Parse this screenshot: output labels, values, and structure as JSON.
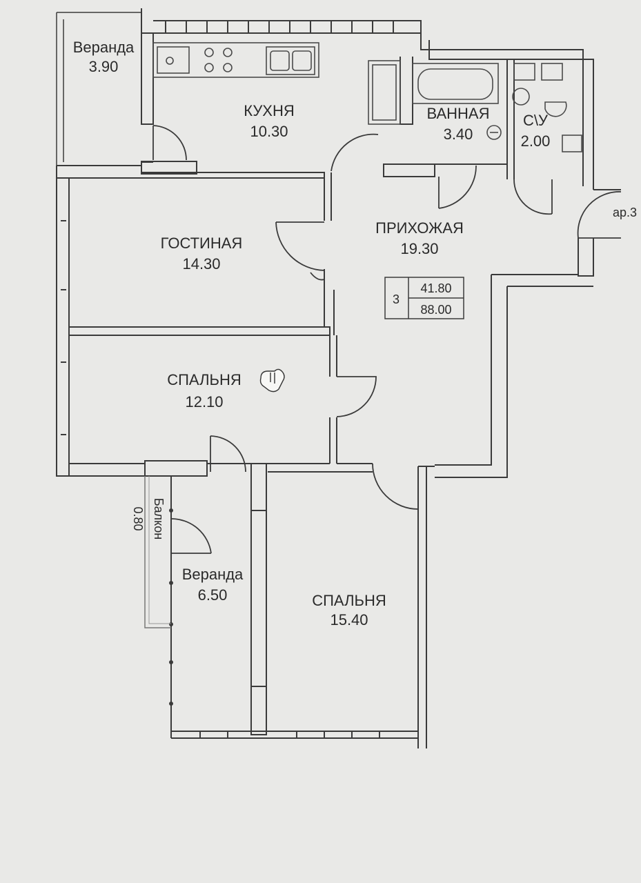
{
  "rooms": {
    "veranda_top": {
      "name": "Веранда",
      "area": "3.90"
    },
    "kitchen": {
      "name": "КУХНЯ",
      "area": "10.30"
    },
    "bathroom": {
      "name": "ВАННАЯ",
      "area": "3.40"
    },
    "wc": {
      "name": "С\\У",
      "area": "2.00"
    },
    "living": {
      "name": "ГОСТИНАЯ",
      "area": "14.30"
    },
    "hall": {
      "name": "ПРИХОЖАЯ",
      "area": "19.30"
    },
    "bedroom_1": {
      "name": "СПАЛЬНЯ",
      "area": "12.10"
    },
    "bedroom_2": {
      "name": "СПАЛЬНЯ",
      "area": "15.40"
    },
    "veranda_bottom": {
      "name": "Веранда",
      "area": "6.50"
    },
    "balcony": {
      "name": "Балкон",
      "area": "0.80"
    }
  },
  "summary": {
    "rooms_count": "3",
    "living_area": "41.80",
    "total_area": "88.00"
  },
  "edge_label": "ар.3",
  "colors": {
    "wall": "#3a3a3a",
    "paper": "#e9e9e7",
    "fixture": "#4a4a4a"
  }
}
